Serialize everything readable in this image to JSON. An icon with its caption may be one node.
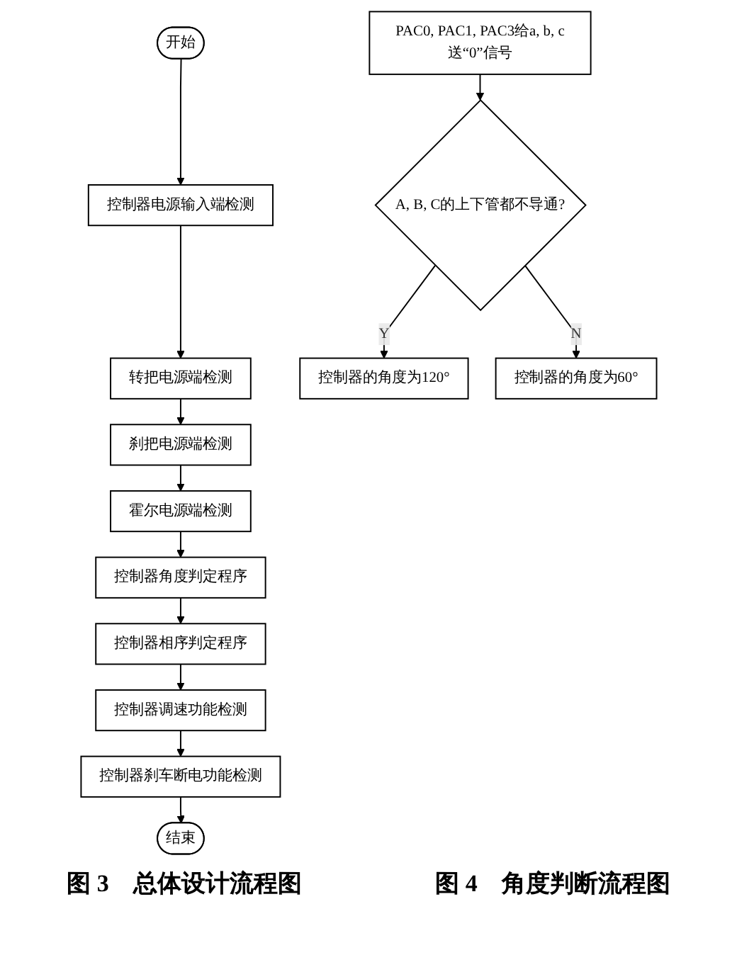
{
  "diagram": {
    "nodes": [
      {
        "text": [
          "开始"
        ]
      },
      {
        "text": [
          "控制器电源输入端检测"
        ]
      },
      {
        "text": [
          "转把电源端检测"
        ]
      },
      {
        "text": [
          "刹把电源端检测"
        ]
      },
      {
        "text": [
          "霍尔电源端检测"
        ]
      },
      {
        "text": [
          "控制器角度判定程序"
        ]
      },
      {
        "text": [
          "控制器相序判定程序"
        ]
      },
      {
        "text": [
          "控制器调速功能检测"
        ]
      },
      {
        "text": [
          "控制器刹车断电功能检测"
        ]
      },
      {
        "text": [
          "结束"
        ]
      },
      {
        "text": [
          "PAC0, PAC1, PAC3给a, b, c送“0”信号"
        ]
      },
      {
        "text": [
          "A, B, C的上下管都不导通?"
        ]
      },
      {
        "text": [
          "控制器的角度为120°"
        ]
      },
      {
        "text": [
          "控制器的角度为60°"
        ]
      }
    ],
    "edges": [
      {
        "from": 0,
        "to": 1,
        "arrow": "to"
      },
      {
        "from": 1,
        "to": 2,
        "arrow": "to"
      },
      {
        "from": 2,
        "to": 3,
        "arrow": "to"
      },
      {
        "from": 3,
        "to": 4,
        "arrow": "to"
      },
      {
        "from": 4,
        "to": 5,
        "arrow": "to"
      },
      {
        "from": 5,
        "to": 6,
        "arrow": "to"
      },
      {
        "from": 6,
        "to": 7,
        "arrow": "to"
      },
      {
        "from": 7,
        "to": 8,
        "arrow": "to"
      },
      {
        "from": 8,
        "to": 9,
        "arrow": "to"
      },
      {
        "from": 10,
        "to": 11,
        "arrow": "to"
      },
      {
        "from": 11,
        "to": 12,
        "arrow": "to",
        "label": "Y"
      },
      {
        "from": 11,
        "to": 13,
        "arrow": "to",
        "label": "N"
      }
    ],
    "labels": [
      "图 3　总体设计流程图",
      "图 4　角度判断流程图"
    ]
  }
}
